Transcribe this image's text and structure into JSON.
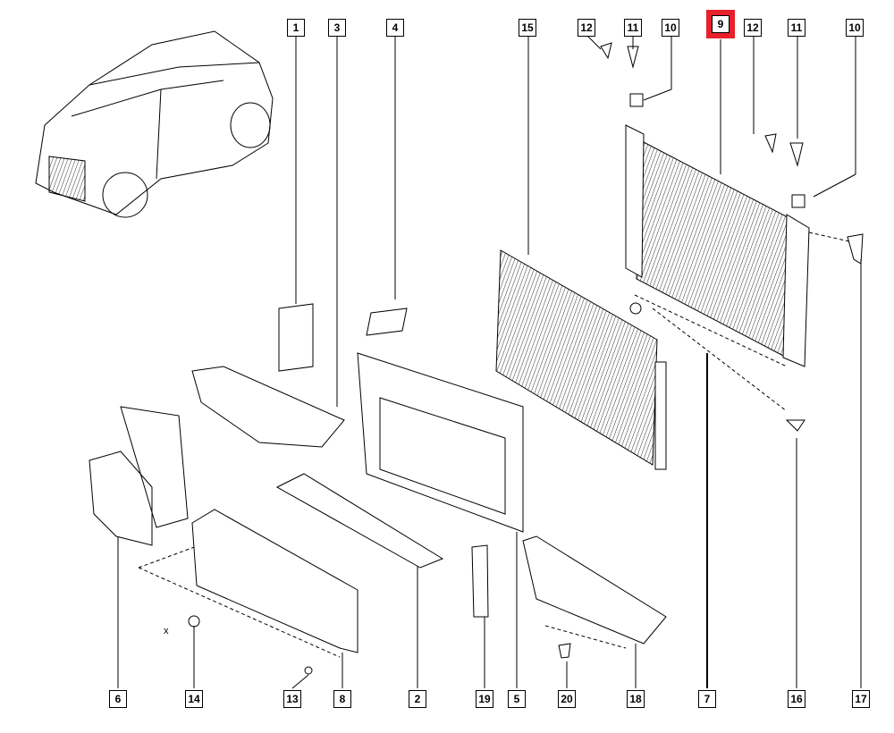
{
  "diagram": {
    "highlight_color": "#e8202a",
    "selected_part": "9",
    "callouts_top": [
      "1",
      "3",
      "4",
      "15",
      "12",
      "11",
      "10",
      "9",
      "12",
      "11",
      "10"
    ],
    "callouts_bottom": [
      "6",
      "14",
      "13",
      "8",
      "2",
      "19",
      "5",
      "20",
      "18",
      "7",
      "16",
      "17"
    ],
    "axis_marker": "x"
  }
}
